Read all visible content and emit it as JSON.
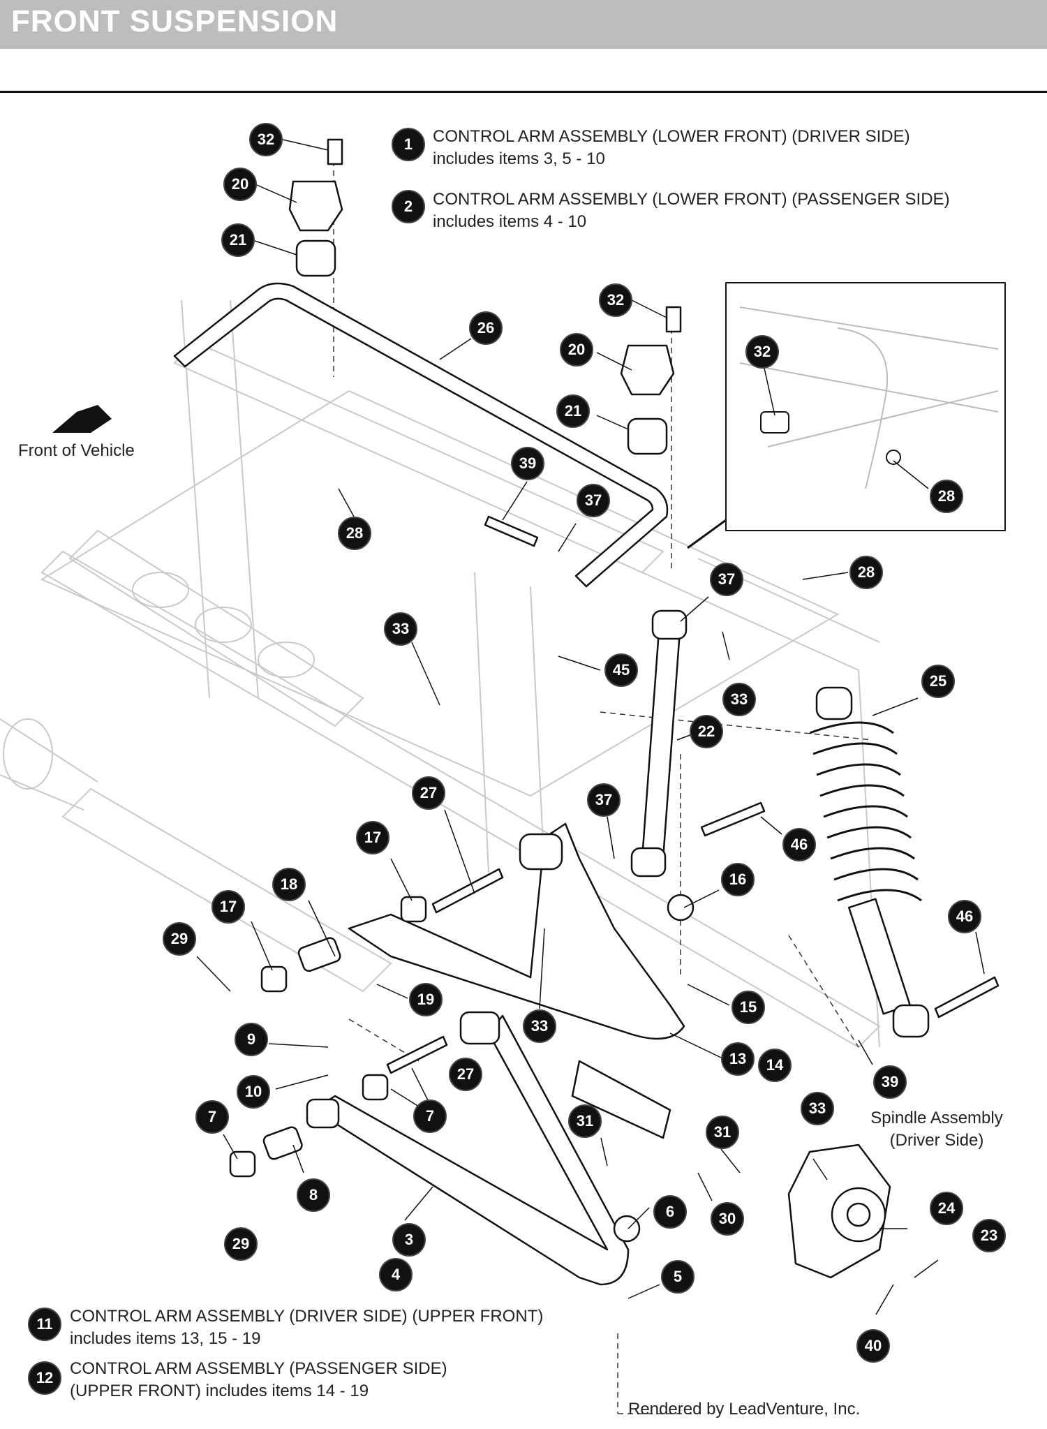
{
  "header": {
    "title": "FRONT SUSPENSION"
  },
  "labels": {
    "front_of_vehicle": "Front of Vehicle",
    "spindle_line1": "Spindle Assembly",
    "spindle_line2": "(Driver Side)",
    "rendered_by": "Rendered by LeadVenture, Inc."
  },
  "assemblies": [
    {
      "number": "1",
      "line1": "CONTROL ARM ASSEMBLY (LOWER FRONT) (DRIVER SIDE)",
      "line2": "includes items 3, 5 - 10"
    },
    {
      "number": "2",
      "line1": "CONTROL ARM ASSEMBLY (LOWER FRONT) (PASSENGER SIDE)",
      "line2": "includes items 4 - 10"
    },
    {
      "number": "11",
      "line1": "CONTROL ARM ASSEMBLY (DRIVER SIDE) (UPPER FRONT)",
      "line2": "includes items 13, 15 - 19"
    },
    {
      "number": "12",
      "line1": "CONTROL ARM ASSEMBLY (PASSENGER SIDE)",
      "line2": "(UPPER FRONT) includes items 14 - 19"
    }
  ],
  "callouts": [
    "32",
    "20",
    "21",
    "26",
    "32",
    "20",
    "21",
    "32",
    "28",
    "28",
    "39",
    "37",
    "28",
    "37",
    "33",
    "45",
    "33",
    "22",
    "25",
    "27",
    "37",
    "46",
    "17",
    "18",
    "16",
    "17",
    "29",
    "19",
    "33",
    "15",
    "46",
    "13",
    "14",
    "9",
    "10",
    "27",
    "39",
    "33",
    "7",
    "7",
    "31",
    "31",
    "8",
    "29",
    "30",
    "6",
    "3",
    "4",
    "5",
    "24",
    "23",
    "40"
  ]
}
